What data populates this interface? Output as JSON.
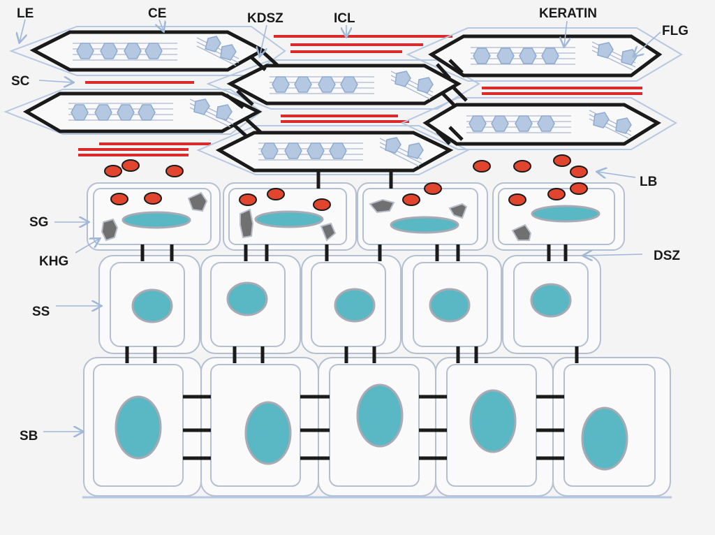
{
  "diagram": {
    "title": "",
    "labels": {
      "le": "LE",
      "ce": "CE",
      "kdsz": "KDSZ",
      "icl": "ICL",
      "keratin": "KERATIN",
      "flg": "FLG",
      "sc": "SC",
      "lb": "LB",
      "sg": "SG",
      "khg": "KHG",
      "dsz": "DSZ",
      "ss": "SS",
      "sb": "SB"
    },
    "layers": [
      {
        "key": "sc",
        "cells": 6
      },
      {
        "key": "sg",
        "cells": 4
      },
      {
        "key": "ss",
        "cells": 5
      },
      {
        "key": "sb",
        "cells": 5
      }
    ],
    "colors": {
      "membrane": "#b4bfd2",
      "cell_fill": "#f9f9f9",
      "envelope": "#1a1a1a",
      "lipid_red": "#d92b2b",
      "lamellar_body": "#e2452e",
      "nucleus": "#5ab7c4",
      "granule": "#707070",
      "keratin_hex": "#b4c8e2",
      "filament": "#aab8d4",
      "desmosome": "#1a1a1a",
      "arrow": "#9fb8d8"
    }
  }
}
